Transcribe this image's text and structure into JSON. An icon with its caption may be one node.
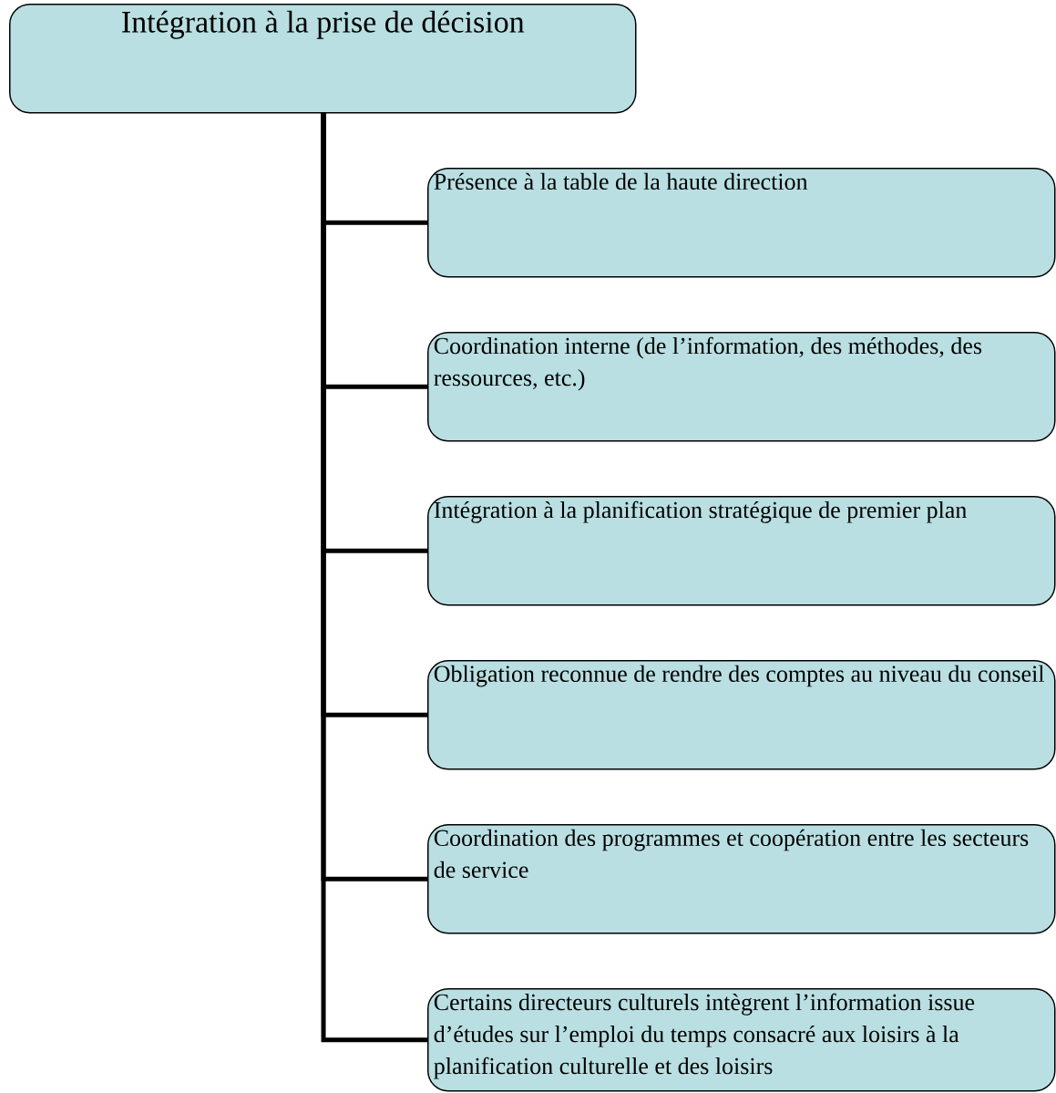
{
  "diagram": {
    "nodes": [
      {
        "text": [
          "Intégration à la prise de décision"
        ]
      },
      {
        "text": [
          "Présence à la table de la haute direction"
        ]
      },
      {
        "text": [
          "Coordination interne (de l’information, des méthodes, des ressources, etc.)"
        ]
      },
      {
        "text": [
          "Intégration à la planification stratégique de premier plan"
        ]
      },
      {
        "text": [
          "Obligation reconnue de rendre des comptes au niveau du conseil"
        ]
      },
      {
        "text": [
          "Coordination des programmes et coopération entre les secteurs de service"
        ]
      },
      {
        "text": [
          "Certains directeurs culturels intègrent l’information issue d’études sur l’emploi du temps consacré aux loisirs à la planification culturelle et des loisirs"
        ]
      }
    ],
    "edges": [
      {
        "from": 0,
        "to": 1,
        "arrow": "none"
      },
      {
        "from": 0,
        "to": 2,
        "arrow": "none"
      },
      {
        "from": 0,
        "to": 3,
        "arrow": "none"
      },
      {
        "from": 0,
        "to": 4,
        "arrow": "none"
      },
      {
        "from": 0,
        "to": 5,
        "arrow": "none"
      },
      {
        "from": 0,
        "to": 6,
        "arrow": "none"
      }
    ]
  }
}
